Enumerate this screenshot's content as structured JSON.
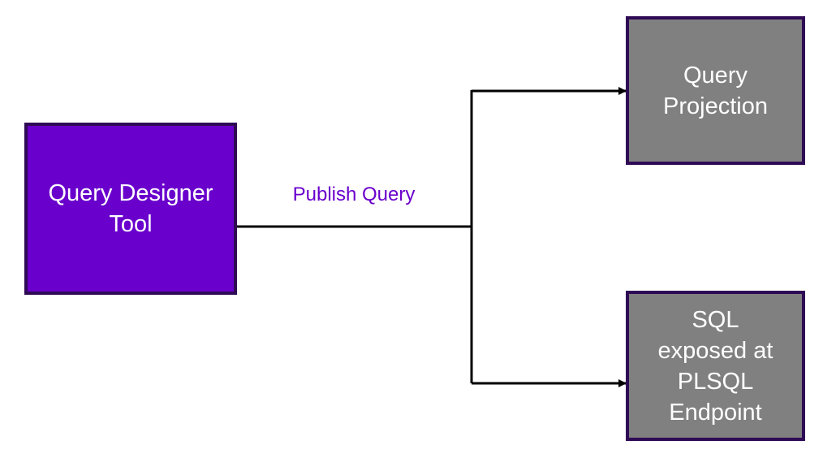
{
  "diagram": {
    "nodes": {
      "source": {
        "label": "Query Designer\nTool",
        "fill": "#6a00cc"
      },
      "projection": {
        "label": "Query\nProjection",
        "fill": "#808080"
      },
      "sql": {
        "label": "SQL\nexposed at\nPLSQL\nEndpoint",
        "fill": "#808080"
      }
    },
    "edge_label": "Publish Query",
    "colors": {
      "border": "#2f0a55",
      "label_text": "#6a00cc",
      "connector": "#000000"
    }
  }
}
